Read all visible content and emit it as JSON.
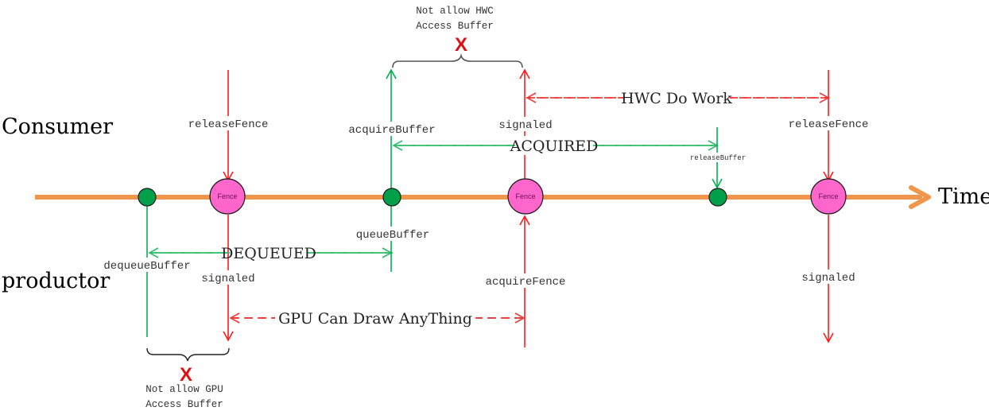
{
  "title": "BufferQueue Fence Timeline",
  "roles": {
    "consumer": "Consumer",
    "producer": "productor",
    "time": "Time"
  },
  "nodes": {
    "fence_1": "Fence",
    "fence_2": "Fence",
    "fence_3": "Fence"
  },
  "labels": {
    "release_fence_1": "releaseFence",
    "signaled_1": "signaled",
    "dequeue_buffer": "dequeueBuffer",
    "dequeued": "DEQUEUED",
    "queue_buffer": "queueBuffer",
    "acquire_buffer": "acquireBuffer",
    "signaled_2": "signaled",
    "acquired": "ACQUIRED",
    "acquire_fence": "acquireFence",
    "release_buffer": "releaseBuffer",
    "hwc_do_work": "HWC Do Work",
    "release_fence_2": "releaseFence",
    "signaled_3": "signaled",
    "gpu_can_draw": "GPU Can Draw AnyThing"
  },
  "annotations": {
    "hwc_block_line1": "Not allow HWC",
    "hwc_block_line2": "Access Buffer",
    "gpu_block_line1": "Not allow GPU",
    "gpu_block_line2": "Access Buffer",
    "forbidden_mark": "X"
  },
  "colors": {
    "timeline": "#f0954c",
    "buffer_event": "#00b050",
    "buffer_node": "#00a04a",
    "fence_event": "#ff1a1a",
    "fence_node": "#ff66cc",
    "dashed_green": "#2cbc6a",
    "dashed_red": "#f03a3a",
    "brace": "#555555",
    "forbidden": "#dd1111"
  }
}
